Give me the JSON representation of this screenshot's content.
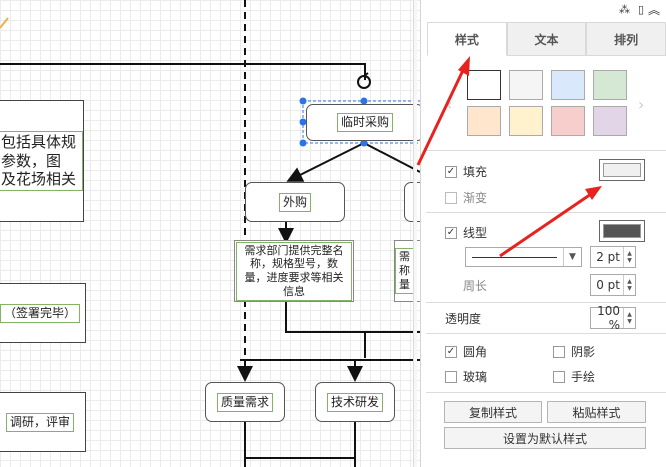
{
  "canvas": {
    "left_box_1": "包括具体规\n参数，图\n及花场相关",
    "left_box_2": "（签署完毕）",
    "left_box_3": "调研，评审",
    "temp_purchase": "临时采购",
    "outsourcing": "外购",
    "requirement_text": "需求部门提供完整名称，规格型号，数量，进度要求等相关信息",
    "requirement_partial": "需\n称\n量",
    "quality_req": "质量需求",
    "tech_rd": "技术研发"
  },
  "panel": {
    "tabs": [
      {
        "label": "样式",
        "active": true
      },
      {
        "label": "文本",
        "active": false
      },
      {
        "label": "排列",
        "active": false
      }
    ],
    "swatch_colors": [
      "#ffffff",
      "#f5f5f5",
      "#dae8fc",
      "#d5e8d4",
      "#ffe6cc",
      "#fff2cc",
      "#f8cecc",
      "#e1d5e7"
    ],
    "fill": {
      "label": "填充",
      "checked": true,
      "color": "#f0f0f0"
    },
    "gradient": {
      "label": "渐变",
      "checked": false
    },
    "line": {
      "label": "线型",
      "checked": true,
      "color": "#555555",
      "width": "2 pt"
    },
    "perimeter": {
      "label": "周长",
      "value": "0 pt"
    },
    "opacity": {
      "label": "透明度",
      "value": "100 %"
    },
    "rounded": {
      "label": "圆角",
      "checked": true
    },
    "shadow": {
      "label": "阴影",
      "checked": false
    },
    "glass": {
      "label": "玻璃",
      "checked": false
    },
    "sketch": {
      "label": "手绘",
      "checked": false
    },
    "copy_style": "复制样式",
    "paste_style": "粘贴样式",
    "set_default": "设置为默认样式"
  }
}
